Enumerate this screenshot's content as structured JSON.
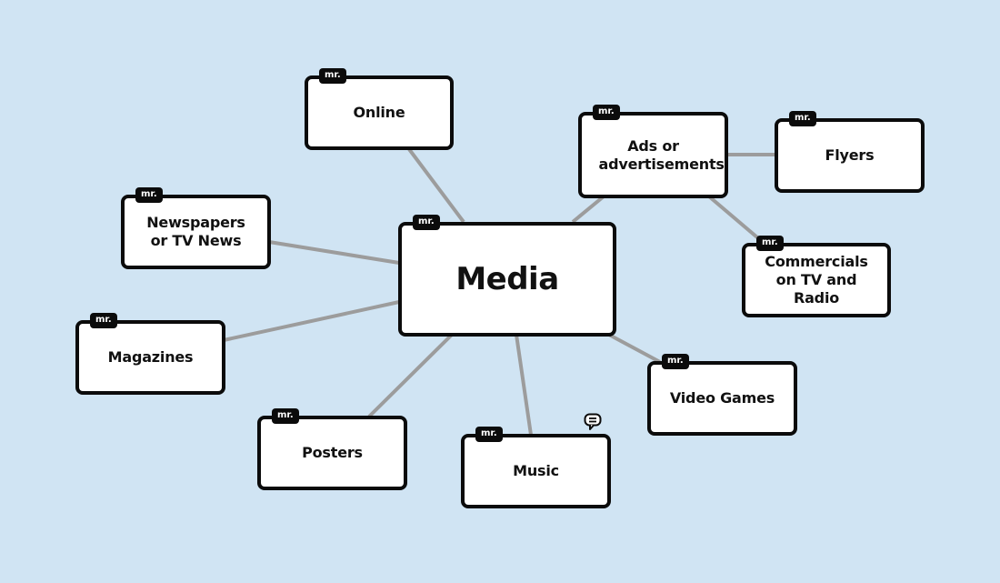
{
  "map": {
    "root": {
      "id": "media",
      "label": "Media",
      "tag": "mr."
    },
    "nodes": [
      {
        "id": "online",
        "label": "Online",
        "tag": "mr.",
        "parent": "media"
      },
      {
        "id": "ads",
        "label": "Ads or advertisements",
        "tag": "mr.",
        "parent": "media"
      },
      {
        "id": "flyers",
        "label": "Flyers",
        "tag": "mr.",
        "parent": "ads"
      },
      {
        "id": "commercials",
        "label": "Commercials on TV and Radio",
        "tag": "mr.",
        "parent": "ads"
      },
      {
        "id": "newspapers",
        "label": "Newspapers or TV News",
        "tag": "mr.",
        "parent": "media"
      },
      {
        "id": "magazines",
        "label": "Magazines",
        "tag": "mr.",
        "parent": "media"
      },
      {
        "id": "posters",
        "label": "Posters",
        "tag": "mr.",
        "parent": "media"
      },
      {
        "id": "music",
        "label": "Music",
        "tag": "mr.",
        "parent": "media",
        "has_comment": true
      },
      {
        "id": "videogames",
        "label": "Video Games",
        "tag": "mr.",
        "parent": "media"
      }
    ]
  },
  "colors": {
    "background": "#d0e4f3",
    "node_fill": "#ffffff",
    "node_border": "#0b0b0b",
    "connector": "#9c9c9c"
  },
  "icons": {
    "comment": "comment-bubble-icon"
  }
}
